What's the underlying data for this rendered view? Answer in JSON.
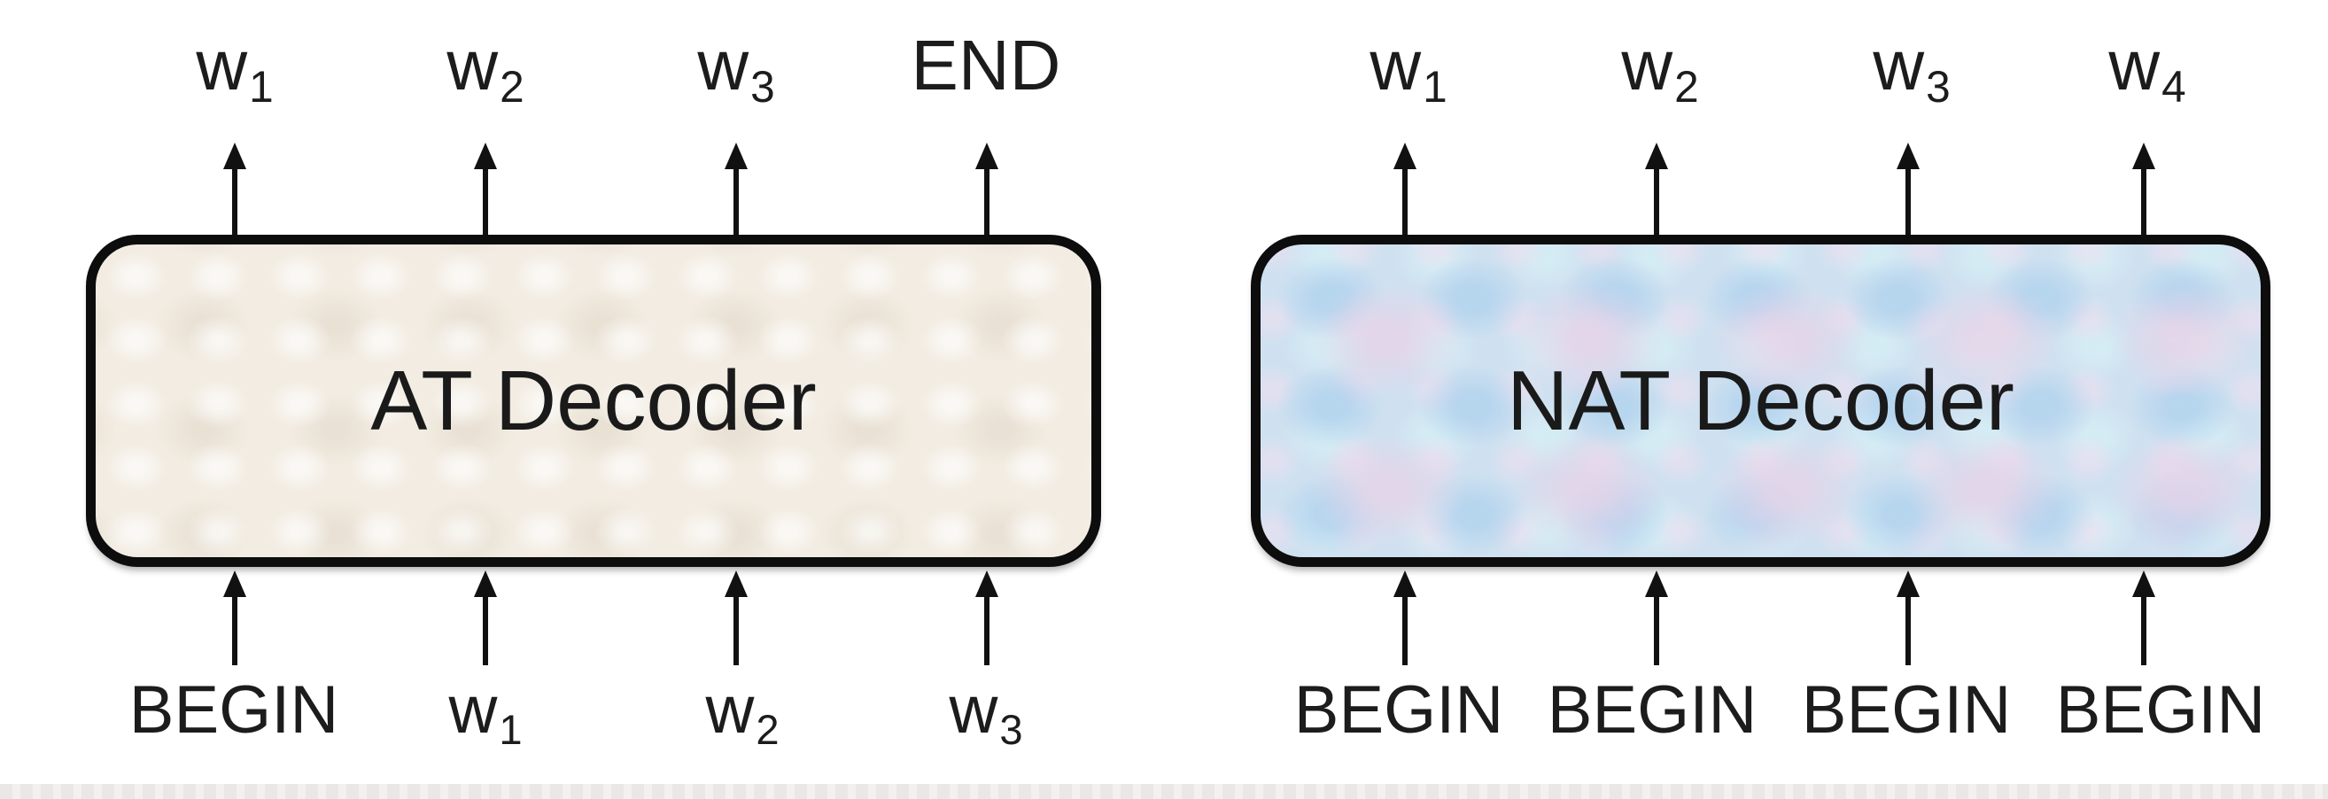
{
  "at_decoder": {
    "label": "AT Decoder",
    "outputs": [
      {
        "base": "w",
        "sub": "1"
      },
      {
        "base": "w",
        "sub": "2"
      },
      {
        "base": "w",
        "sub": "3"
      },
      {
        "base": "END",
        "sub": ""
      }
    ],
    "inputs": [
      {
        "base": "BEGIN",
        "sub": ""
      },
      {
        "base": "w",
        "sub": "1"
      },
      {
        "base": "w",
        "sub": "2"
      },
      {
        "base": "w",
        "sub": "3"
      }
    ],
    "fill_color": "#f2ece2"
  },
  "nat_decoder": {
    "label": "NAT Decoder",
    "outputs": [
      {
        "base": "w",
        "sub": "1"
      },
      {
        "base": "w",
        "sub": "2"
      },
      {
        "base": "w",
        "sub": "3"
      },
      {
        "base": "w",
        "sub": "4"
      }
    ],
    "inputs": [
      {
        "base": "BEGIN",
        "sub": ""
      },
      {
        "base": "BEGIN",
        "sub": ""
      },
      {
        "base": "BEGIN",
        "sub": ""
      },
      {
        "base": "BEGIN",
        "sub": ""
      }
    ],
    "fill_color": "#cfe1f0"
  },
  "colors": {
    "background": "#ffffff",
    "text": "#1c1c1c",
    "line": "#111111",
    "box_border": "#0d0d0d"
  }
}
